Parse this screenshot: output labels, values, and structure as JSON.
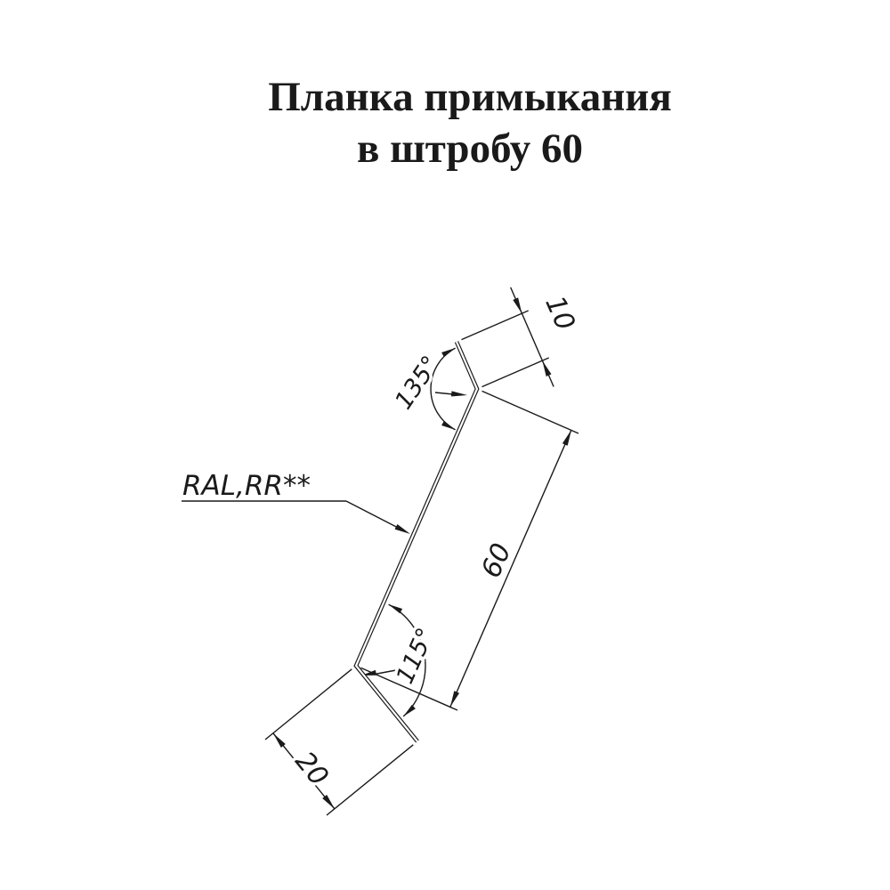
{
  "title": {
    "line1": "Планка примыкания",
    "line2": "в штробу 60"
  },
  "dimensions": {
    "top_flange_width": "10",
    "web_length": "60",
    "bottom_flange_width": "20",
    "top_bend_angle": "135°",
    "bottom_bend_angle": "115°"
  },
  "labels": {
    "coating": "RAL,RR**"
  },
  "colors": {
    "ink": "#1a1a1a",
    "background": "#ffffff"
  }
}
